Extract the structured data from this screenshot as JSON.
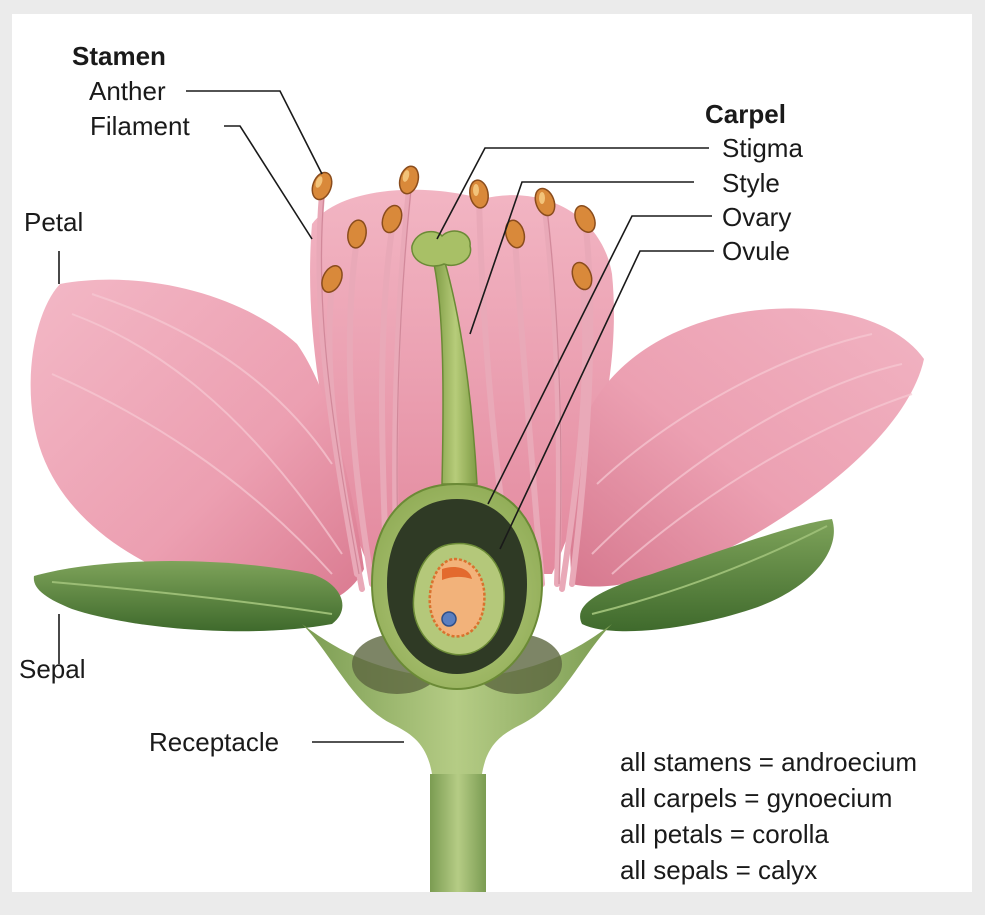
{
  "labels": {
    "stamen_header": "Stamen",
    "anther": "Anther",
    "filament": "Filament",
    "petal": "Petal",
    "sepal": "Sepal",
    "receptacle": "Receptacle",
    "carpel_header": "Carpel",
    "stigma": "Stigma",
    "style": "Style",
    "ovary": "Ovary",
    "ovule": "Ovule"
  },
  "notes": [
    "all stamens = androecium",
    "all carpels = gynoecium",
    "all petals = corolla",
    "all sepals = calyx"
  ],
  "colors": {
    "petal": "#ec9fb1",
    "petal_dark": "#d9798f",
    "sepal": "#5f8a43",
    "stem": "#9cb86a",
    "carpel": "#a9c06b",
    "anther": "#d9893a",
    "leader_line": "#1a1a1a"
  }
}
